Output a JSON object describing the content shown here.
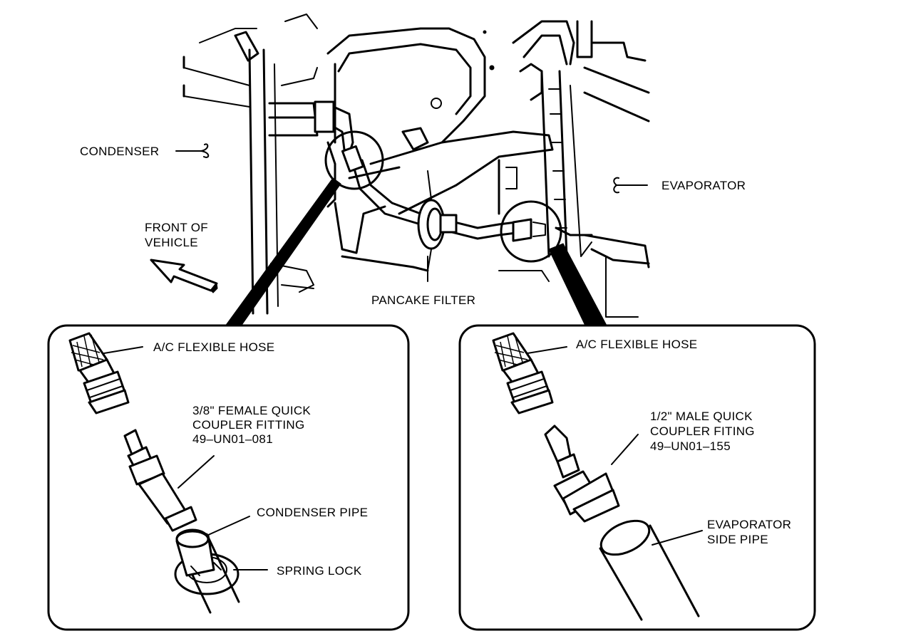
{
  "labels": {
    "condenser": "CONDENSER",
    "evaporator": "EVAPORATOR",
    "front_of_vehicle_1": "FRONT OF",
    "front_of_vehicle_2": "VEHICLE",
    "pancake_filter": "PANCAKE FILTER"
  },
  "left_inset": {
    "hose": "A/C FLEXIBLE HOSE",
    "fitting_1": "3/8\" FEMALE QUICK",
    "fitting_2": "COUPLER FITTING",
    "fitting_3": "49–UN01–081",
    "condenser_pipe": "CONDENSER PIPE",
    "spring_lock": "SPRING LOCK"
  },
  "right_inset": {
    "hose": "A/C FLEXIBLE HOSE",
    "fitting_1": "1/2\" MALE QUICK",
    "fitting_2": "COUPLER FITING",
    "fitting_3": "49–UN01–155",
    "evap_pipe_1": "EVAPORATOR",
    "evap_pipe_2": "SIDE PIPE"
  }
}
